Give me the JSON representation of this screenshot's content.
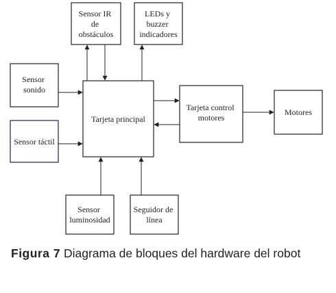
{
  "diagram": {
    "blocks": {
      "main_board": [
        "Tarjeta principal"
      ],
      "ir_sensor": [
        "Sensor IR",
        "de",
        "obstáculos"
      ],
      "leds_buzzer": [
        "LEDs y",
        "buzzer",
        "indicadores"
      ],
      "sound_sensor": [
        "Sensor",
        "sonido"
      ],
      "touch_sensor": [
        "Sensor táctil"
      ],
      "motor_board": [
        "Tarjeta control",
        "motores"
      ],
      "motors": [
        "Motores"
      ],
      "light_sensor": [
        "Sensor",
        "luminosidad"
      ],
      "line_follower": [
        "Seguidor de",
        "línea"
      ]
    },
    "colors": {
      "line": "#222222",
      "touch_sensor_border": "#1a1a6e"
    }
  },
  "caption": {
    "label": "Figura 7",
    "text": "Diagrama de bloques del hardware del robot"
  }
}
